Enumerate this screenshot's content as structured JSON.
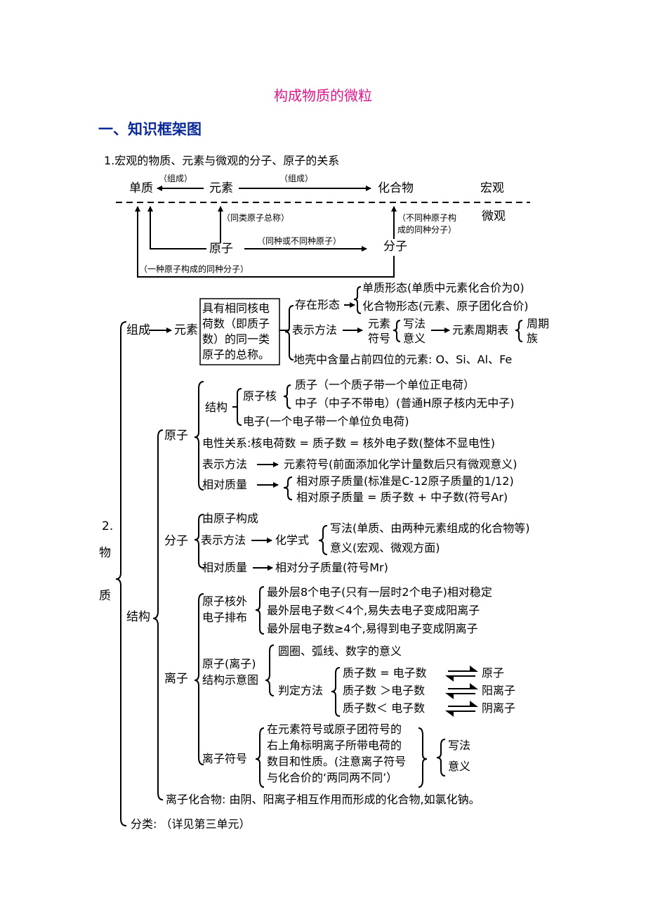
{
  "title": "构成物质的微粒",
  "section_heading": "一、知识框架图",
  "part1": {
    "heading": "1.宏观的物质、元素与微观的分子、原子的关系",
    "danzhi": "单质",
    "yuansu": "元素",
    "huahewu": "化合物",
    "hongguan": "宏观",
    "weiguan": "微观",
    "yuanzi": "原子",
    "fenzi": "分子",
    "zucheng_a": "（组成）",
    "zucheng_b": "（组成）",
    "tonglei": "（同类原子总称）",
    "tongzhong": "（同种或不同种原子）",
    "butong_1": "（不同种原子构",
    "butong_2": "成的同种分子）",
    "yizhong": "（一种原子构成的同种分子）"
  },
  "part2": {
    "label_num": "2.",
    "label_wu": "物",
    "label_zhi": "质",
    "zucheng": "组成",
    "yuansu": "元素",
    "definition": "具有相同核电荷数（即质子数）的同一类原子的总称。",
    "cunzai": "存在形态",
    "danzhi_form": "单质形态(单质中元素化合价为0)",
    "huahe_form": "化合物形态(元素、原子团化合价)",
    "biaoshi": "表示方法",
    "fuhao_1": "元素",
    "fuhao_2": "符号",
    "xiefa": "写法",
    "yiyi": "意义",
    "zhouqibiao": "元素周期表",
    "zhou": "周期",
    "zu": "族",
    "dike": "地壳中含量占前四位的元素: O、Si、Al、Fe",
    "jiegou": "结构",
    "yuanzi": "原子",
    "jiegou2": "结构",
    "yuanzihe": "原子核",
    "zhizi": "质子（一个质子带一个单位正电荷）",
    "zhongzi": "中子（中子不带电）(普通H原子核内无中子)",
    "dianzi": "电子(一个电子带一个单位负电荷)",
    "dianxing": "电性关系:核电荷数 = 质子数 = 核外电子数(整体不显电性)",
    "biaoshi2": "表示方法",
    "yuansufuhao": "元素符号(前面添加化学计量数后只有微观意义)",
    "xiangdui": "相对质量",
    "xdzl1": "相对原子质量(标准是C-12原子质量的1/12)",
    "xdzl2": "相对原子质量 = 质子数 + 中子数(符号Ar)",
    "fenzi": "分子",
    "youyuanzi": "由原子构成",
    "biaoshi3": "表示方法",
    "huaxueshi": "化学式",
    "xiefa2": "写法(单质、由两种元素组成的化合物等)",
    "yiyi2": "意义(宏观、微观方面)",
    "xiangdui2": "相对质量",
    "xdfz": "相对分子质量(符号Mr)",
    "lizi": "离子",
    "hewai_1": "原子核外",
    "hewai_2": "电子排布",
    "zuiwai1": "最外层8个电子(只有一层时2个电子)相对稳定",
    "zuiwai2": "最外层电子数＜4个,易失去电子变成阳离子",
    "zuiwai3": "最外层电子数≥4个,易得到电子变成阴离子",
    "shiyi_1": "原子(离子)",
    "shiyi_2": "结构示意图",
    "yuanquan": "圆圈、弧线、数字的意义",
    "panding": "判定方法",
    "pd1_l": "质子数 = 电子数",
    "pd1_r": "原子",
    "pd2_l": "质子数 ＞电子数",
    "pd2_r": "阳离子",
    "pd3_l": "质子数＜ 电子数",
    "pd3_r": "阴离子",
    "lizifuhao": "离子符号",
    "lzfh1": "在元素符号或原子团符号的",
    "lzfh2": "右上角标明离子所带电荷的",
    "lzfh3": "数目和性质。(注意离子符号",
    "lzfh4": "与化合价的‘两同两不同’）",
    "xiefa3": "写法",
    "yiyi3": "意义",
    "lizihuahewu": "离子化合物: 由阴、阳离子相互作用而形成的化合物,如氯化钠。",
    "fenlei": "分类: （详见第三单元）"
  }
}
